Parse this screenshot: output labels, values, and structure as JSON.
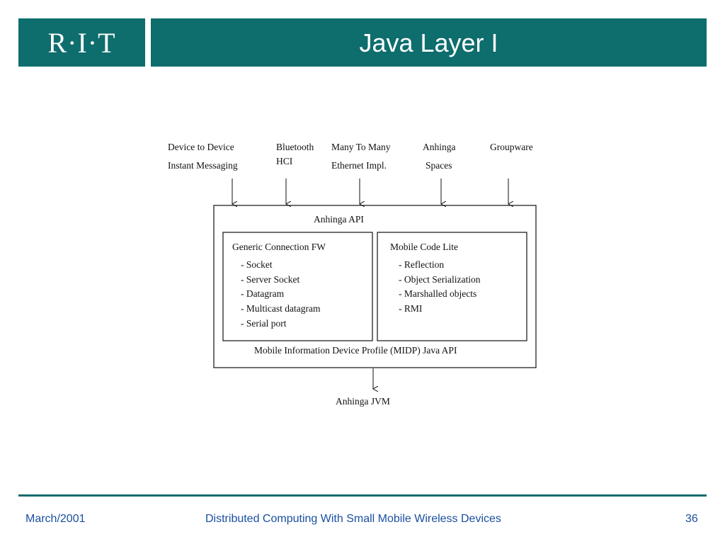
{
  "header": {
    "logo_text": "R·I·T",
    "title": "Java Layer I",
    "brand_color": "#0e6d6d"
  },
  "diagram": {
    "inputs": [
      {
        "line1": "Device to Device",
        "line2": "Instant Messaging"
      },
      {
        "line1": "Bluetooth",
        "line2": "HCI"
      },
      {
        "line1": "Many  To Many",
        "line2": "Ethernet Impl."
      },
      {
        "line1": "Anhinga",
        "line2": "Spaces"
      },
      {
        "line1": "Groupware",
        "line2": ""
      }
    ],
    "outer_label": "Anhinga API",
    "left_box": {
      "title": "Generic Connection FW",
      "items": [
        "- Socket",
        "- Server Socket",
        "- Datagram",
        "- Multicast datagram",
        "- Serial port"
      ]
    },
    "right_box": {
      "title": "Mobile Code Lite",
      "items": [
        "- Reflection",
        "- Object Serialization",
        "- Marshalled objects",
        "- RMI"
      ]
    },
    "bottom_label": "Mobile Information Device Profile (MIDP) Java API",
    "output_label": "Anhinga JVM"
  },
  "footer": {
    "date": "March/2001",
    "course": "Distributed Computing With Small Mobile Wireless Devices",
    "page": "36"
  }
}
